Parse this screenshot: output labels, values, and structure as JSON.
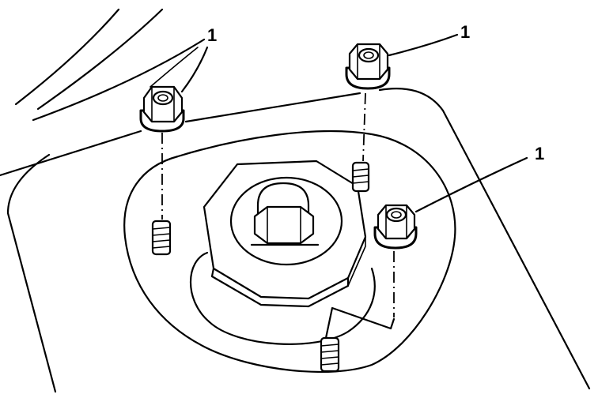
{
  "callouts": [
    {
      "label": "1",
      "refers_to": "nut-left"
    },
    {
      "label": "1",
      "refers_to": "nut-top-right"
    },
    {
      "label": "1",
      "refers_to": "nut-right"
    }
  ],
  "colors": {
    "ink": "#000000",
    "paper": "#ffffff"
  }
}
